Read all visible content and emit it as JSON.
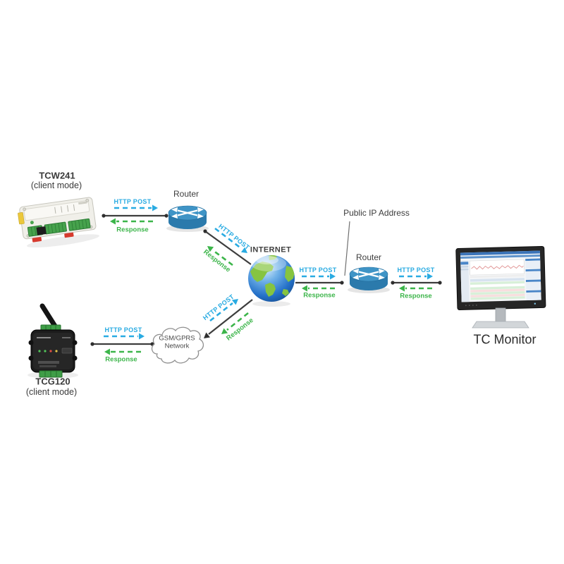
{
  "labels": {
    "http_post": "HTTP POST",
    "response": "Response"
  },
  "nodes": {
    "tcw241": {
      "title": "TCW241",
      "subtitle": "(client mode)",
      "icon": "tcw241-device-icon"
    },
    "router_left": {
      "label": "Router",
      "icon": "router-icon"
    },
    "internet": {
      "label": "INTERNET",
      "icon": "globe-icon"
    },
    "public_ip": {
      "label": "Public IP Address"
    },
    "router_right": {
      "label": "Router",
      "icon": "router-icon"
    },
    "monitor": {
      "label": "TC Monitor",
      "icon": "monitor-icon"
    },
    "tcg120": {
      "title": "TCG120",
      "subtitle": "(client mode)",
      "icon": "gsm-device-icon"
    },
    "gsm_network": {
      "line1": "GSM/GPRS",
      "line2": "Network",
      "icon": "cloud-icon"
    }
  },
  "colors": {
    "http_post": "#29ABE2",
    "response": "#3CB54A",
    "router_blue": "#3F94C6",
    "globe_blue": "#2470C8",
    "globe_green": "#86C440",
    "line": "#3D3D3D"
  }
}
